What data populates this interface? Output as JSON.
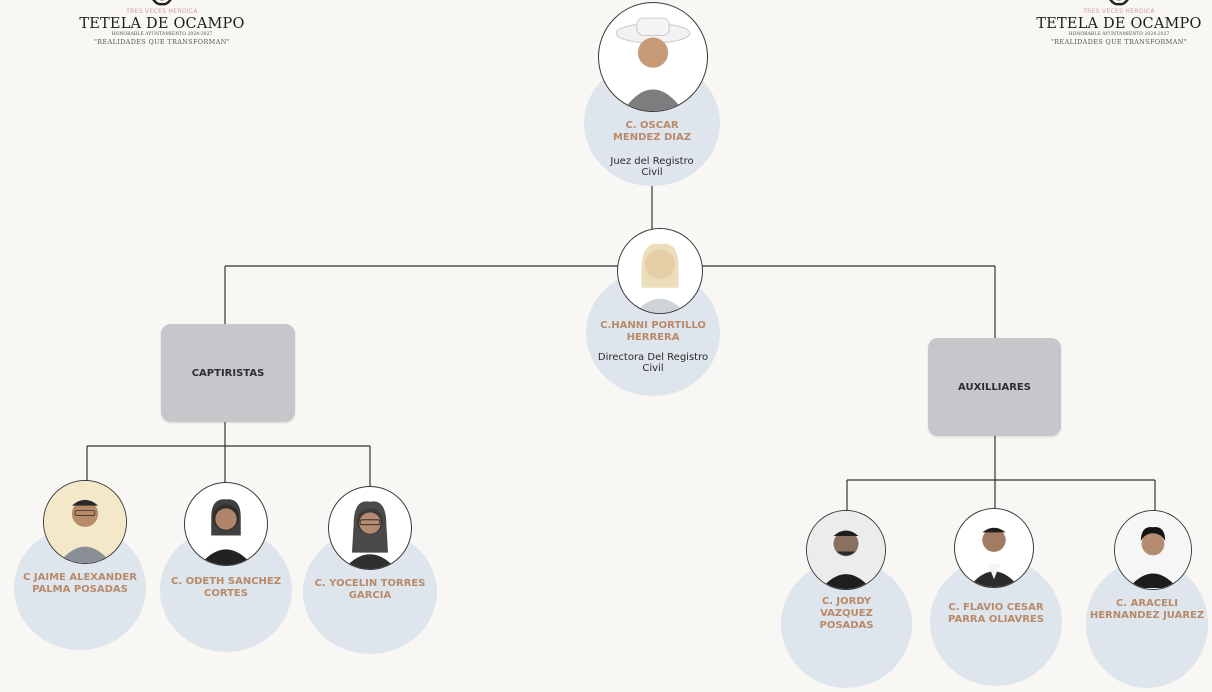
{
  "logo_left": {
    "tagline": "TRES VECES HEROICA",
    "name": "TETELA DE OCAMPO",
    "subtitle": "HONORABLE AYUNTAMIENTO 2024-2027",
    "motto": "\"REALIDADES QUE TRANSFORMAN\""
  },
  "logo_right": {
    "tagline": "TRES VECES HEROICA",
    "name": "TETELA DE OCAMPO",
    "subtitle": "HONORABLE AYUNTAMIENTO 2024-2027",
    "motto": "\"REALIDADES QUE TRANSFORMAN\""
  },
  "judge": {
    "name": "C. OSCAR MENDEZ DIAZ",
    "role": "Juez del Registro Civil"
  },
  "director": {
    "name": "C.HANNI PORTILLO HERRERA",
    "role": "Directora Del Registro Civil"
  },
  "groups": {
    "captiristas": "CAPTIRISTAS",
    "auxiliares": "AUXILLIARES"
  },
  "captiristas": [
    {
      "name": "C JAIME ALEXANDER PALMA POSADAS"
    },
    {
      "name": "C. ODETH SANCHEZ CORTES"
    },
    {
      "name": "C. YOCELIN TORRES GARCIA"
    }
  ],
  "auxiliares": [
    {
      "name": "C. JORDY VAZQUEZ POSADAS"
    },
    {
      "name": "C. FLAVIO CESAR PARRA OLIAVRES"
    },
    {
      "name": "C. ARACELI HERNANDEZ JUAREZ"
    }
  ],
  "colors": {
    "node_fill": "#dfe5ec",
    "name_text": "#b98a6a",
    "group_fill": "#c8c6cb",
    "line": "#333333"
  },
  "icons": {
    "photo": "person-photo-icon",
    "logo": "municipal-crest-icon"
  }
}
